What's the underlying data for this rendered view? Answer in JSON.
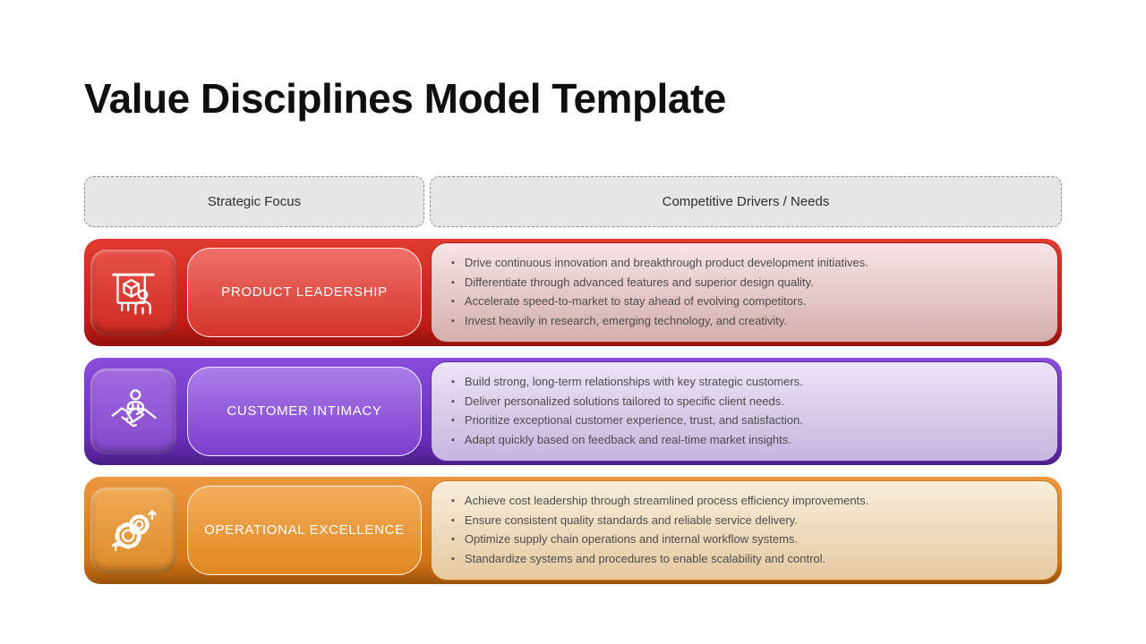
{
  "slide": {
    "title": "Value Disciplines Model Template",
    "background_color": "#ffffff",
    "title_color": "#0f0f0f"
  },
  "table_headers": {
    "strategic_focus": "Strategic Focus",
    "competitive_drivers": "Competitive Drivers / Needs",
    "fill_color": "#e6e6e6",
    "border_color": "#8f8f8f"
  },
  "rows": [
    {
      "id": "product-leadership",
      "label": "PRODUCT LEADERSHIP",
      "icon": "presentation-product-icon",
      "colors": {
        "container_top": "#e23b31",
        "container_bottom": "#c01d16",
        "container_edge": "#95110c",
        "tile_top": "#e85248",
        "tile_bottom": "#cd2a22",
        "label_top": "#ee7169",
        "label_bottom": "#d5342b",
        "panel_top": "#f8e5e4",
        "panel_bottom": "#d3aead",
        "panel_border": "#b2231d"
      },
      "bullets": [
        "Drive continuous innovation and breakthrough product development initiatives.",
        "Differentiate through advanced features and superior design quality.",
        "Accelerate speed-to-market to stay ahead of evolving competitors.",
        "Invest heavily in research, emerging technology, and creativity."
      ]
    },
    {
      "id": "customer-intimacy",
      "label": "CUSTOMER INTIMACY",
      "icon": "handshake-icon",
      "colors": {
        "container_top": "#8a4ddc",
        "container_bottom": "#682bb8",
        "container_edge": "#471e85",
        "tile_top": "#a06ce0",
        "tile_bottom": "#8347cc",
        "label_top": "#ab7ee9",
        "label_bottom": "#7c3dcd",
        "panel_top": "#ece4f6",
        "panel_bottom": "#c7b5de",
        "panel_border": "#5c2da1"
      },
      "bullets": [
        "Build strong, long-term relationships with key strategic customers.",
        "Deliver personalized solutions tailored to specific client needs.",
        "Prioritize exceptional customer experience, trust, and satisfaction.",
        "Adapt quickly based on feedback and real-time market insights."
      ]
    },
    {
      "id": "operational-excellence",
      "label": "OPERATIONAL EXCELLENCE",
      "icon": "gears-optimization-icon",
      "colors": {
        "container_top": "#ec9841",
        "container_bottom": "#d37416",
        "container_edge": "#99520a",
        "tile_top": "#f0ab58",
        "tile_bottom": "#dd8a28",
        "label_top": "#f3ae5c",
        "label_bottom": "#e08721",
        "panel_top": "#f8eedb",
        "panel_bottom": "#e5c9a1",
        "panel_border": "#c87916"
      },
      "bullets": [
        "Achieve cost leadership through streamlined process efficiency improvements.",
        "Ensure consistent quality standards and reliable service delivery.",
        "Optimize supply chain operations and internal workflow systems.",
        "Standardize systems and procedures to enable scalability and control."
      ]
    }
  ]
}
